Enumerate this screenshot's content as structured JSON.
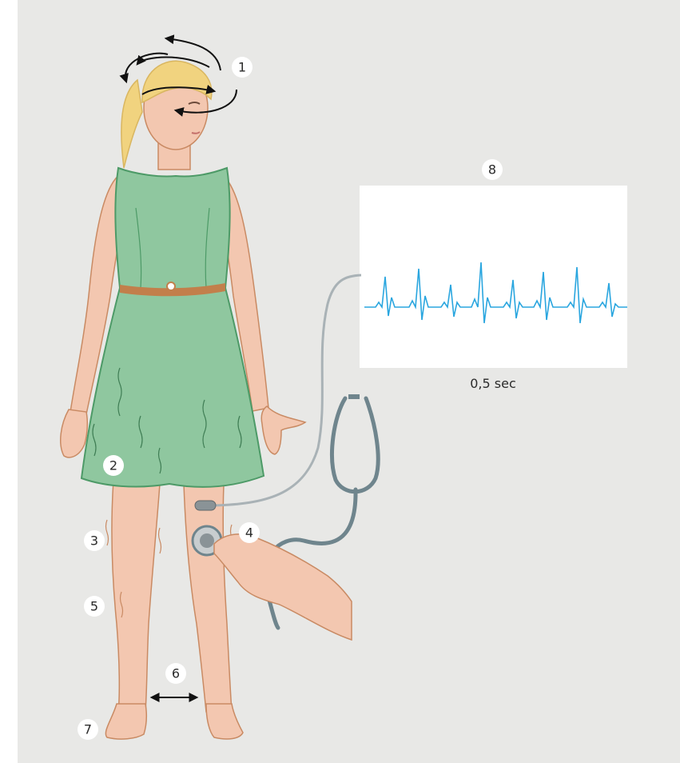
{
  "colors": {
    "background": "#e8e8e6",
    "skin": "#f3c7b0",
    "skin_outline": "#c98a63",
    "dress": "#8fc79f",
    "dress_outline": "#4d9a67",
    "belt": "#c27f4b",
    "hair": "#f1d37f",
    "ecg_trace": "#2aa6df",
    "cable": "#a9b2b6",
    "stethoscope": "#6f858d"
  },
  "markers": [
    {
      "id": "1",
      "label": "1"
    },
    {
      "id": "2",
      "label": "2"
    },
    {
      "id": "3",
      "label": "3"
    },
    {
      "id": "4",
      "label": "4"
    },
    {
      "id": "5",
      "label": "5"
    },
    {
      "id": "6",
      "label": "6"
    },
    {
      "id": "7",
      "label": "7"
    },
    {
      "id": "8",
      "label": "8"
    }
  ],
  "ecg": {
    "caption": "0,5 sec"
  },
  "icons": {
    "rotation": "rotation-arrows-icon",
    "width": "double-arrow-icon",
    "stethoscope": "stethoscope-icon",
    "sensor": "sensor-icon"
  }
}
